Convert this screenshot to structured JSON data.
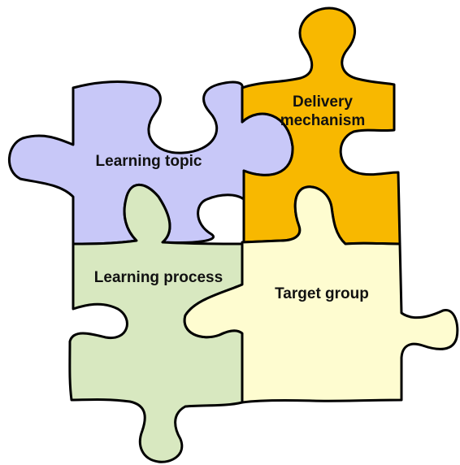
{
  "diagram": {
    "pieces": {
      "learning_topic": {
        "label": "Learning topic",
        "color": "#c8c8f8"
      },
      "delivery_mechanism": {
        "label_line1": "Delivery",
        "label_line2": "mechanism",
        "color": "#f8b800"
      },
      "learning_process": {
        "label": "Learning process",
        "color": "#d8e8c0"
      },
      "target_group": {
        "label": "Target group",
        "color": "#fefcd0"
      }
    }
  }
}
